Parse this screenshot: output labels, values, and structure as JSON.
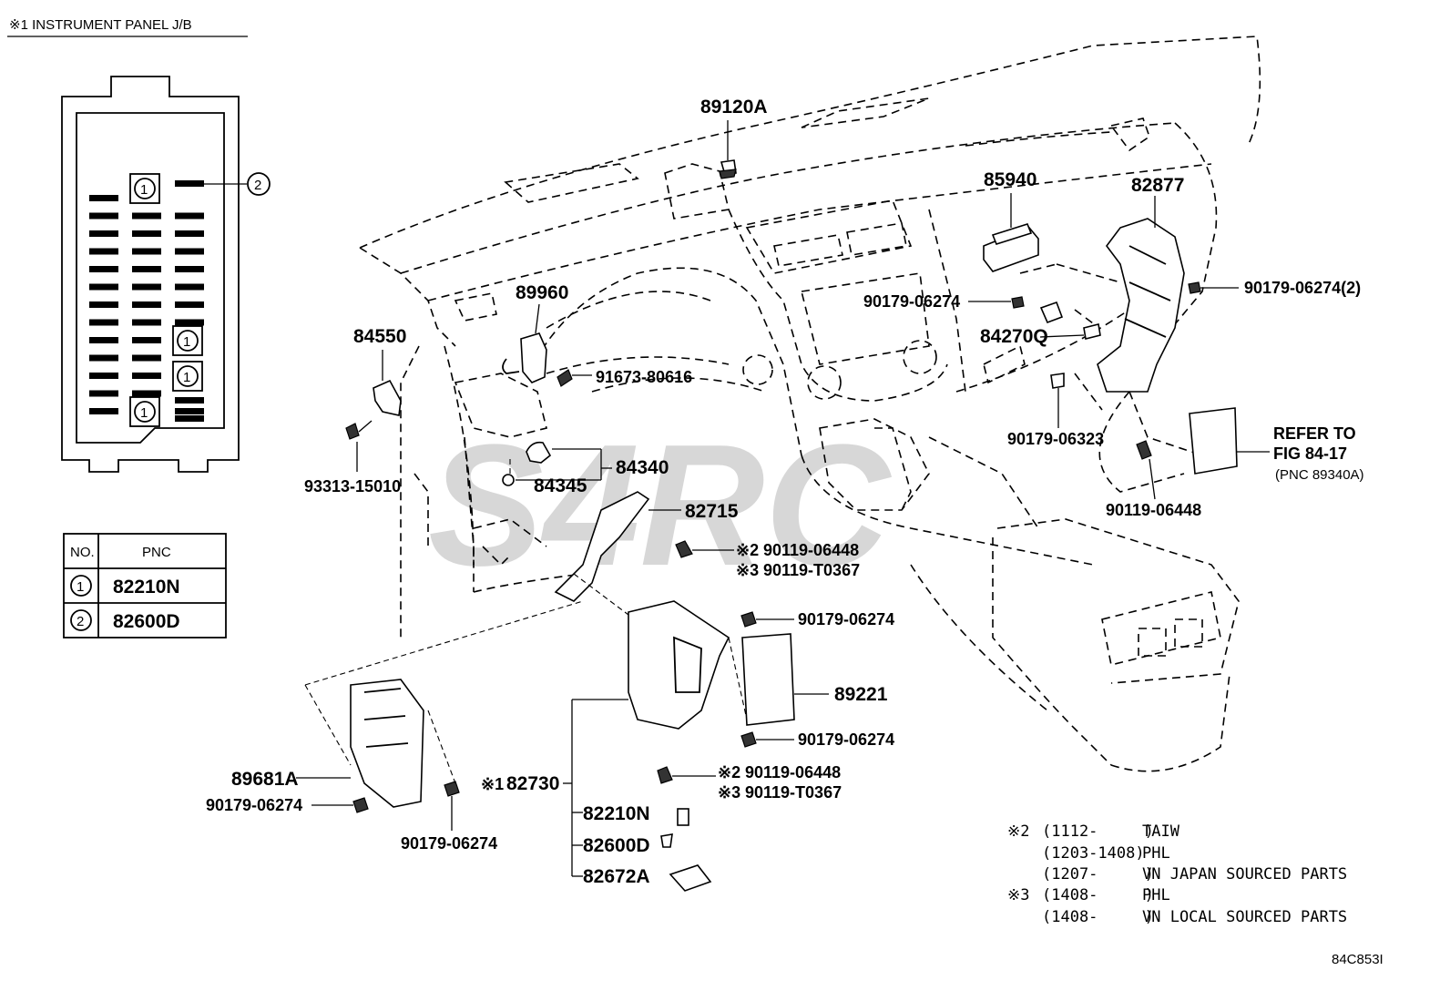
{
  "header": {
    "title": "※1 INSTRUMENT PANEL J/B"
  },
  "junction_box": {
    "callout": "2",
    "fuse_marker": "1"
  },
  "pnc_table": {
    "col_no": "NO.",
    "col_pnc": "PNC",
    "rows": [
      {
        "no": "1",
        "pnc": "82210N"
      },
      {
        "no": "2",
        "pnc": "82600D"
      }
    ]
  },
  "parts": {
    "p89120A": "89120A",
    "p85940": "85940",
    "p82877": "82877",
    "p90179_06274_2": "90179-06274(2)",
    "p90179_06274_a": "90179-06274",
    "p84270Q": "84270Q",
    "p89960": "89960",
    "p84550": "84550",
    "p91673_80616": "91673-80616",
    "p90179_06323": "90179-06323",
    "refer_line1": "REFER TO",
    "refer_line2": "FIG 84-17",
    "refer_line3": "(PNC 89340A)",
    "p90119_06448_a": "90119-06448",
    "p84340": "84340",
    "p84345": "84345",
    "p93313_15010": "93313-15010",
    "p82715": "82715",
    "p90119_06448_b": "90119-06448",
    "p90119_T0367_b": "90119-T0367",
    "p90179_06274_b": "90179-06274",
    "p89221": "89221",
    "p90179_06274_c": "90179-06274",
    "p89681A": "89681A",
    "p90179_06274_d": "90179-06274",
    "p90179_06274_e": "90179-06274",
    "p82730": "82730",
    "p90119_06448_c": "90119-06448",
    "p90119_T0367_c": "90119-T0367",
    "p82210N": "82210N",
    "p82600D": "82600D",
    "p82672A": "82672A",
    "mark2": "※2",
    "mark3": "※3",
    "mark1": "※1"
  },
  "notes": [
    {
      "mark": "※2",
      "range": "(1112-     )",
      "text": "TAIW"
    },
    {
      "mark": "",
      "range": "(1203-1408)",
      "text": "PHL"
    },
    {
      "mark": "",
      "range": "(1207-     )",
      "text": "VN JAPAN SOURCED PARTS"
    },
    {
      "mark": "※3",
      "range": "(1408-     )",
      "text": "PHL"
    },
    {
      "mark": "",
      "range": "(1408-     )",
      "text": "VN LOCAL SOURCED PARTS"
    }
  ],
  "figure_code": "84C853I",
  "watermark": "S4RC"
}
